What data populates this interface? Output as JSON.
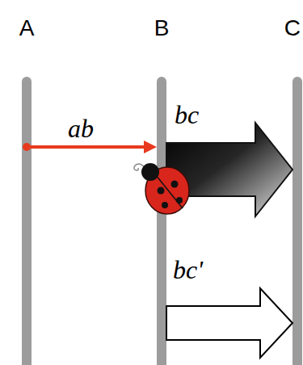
{
  "diagram": {
    "nodes": [
      {
        "text": [
          "A"
        ]
      },
      {
        "text": [
          "B"
        ]
      },
      {
        "text": [
          "C"
        ]
      }
    ],
    "edges": [
      {
        "from": 0,
        "to": 1,
        "arrow": "to",
        "label": "ab"
      },
      {
        "from": 1,
        "to": 2,
        "arrow": "to",
        "label": "bc"
      },
      {
        "from": 1,
        "to": 2,
        "arrow": "to",
        "label": "bc'"
      }
    ]
  }
}
